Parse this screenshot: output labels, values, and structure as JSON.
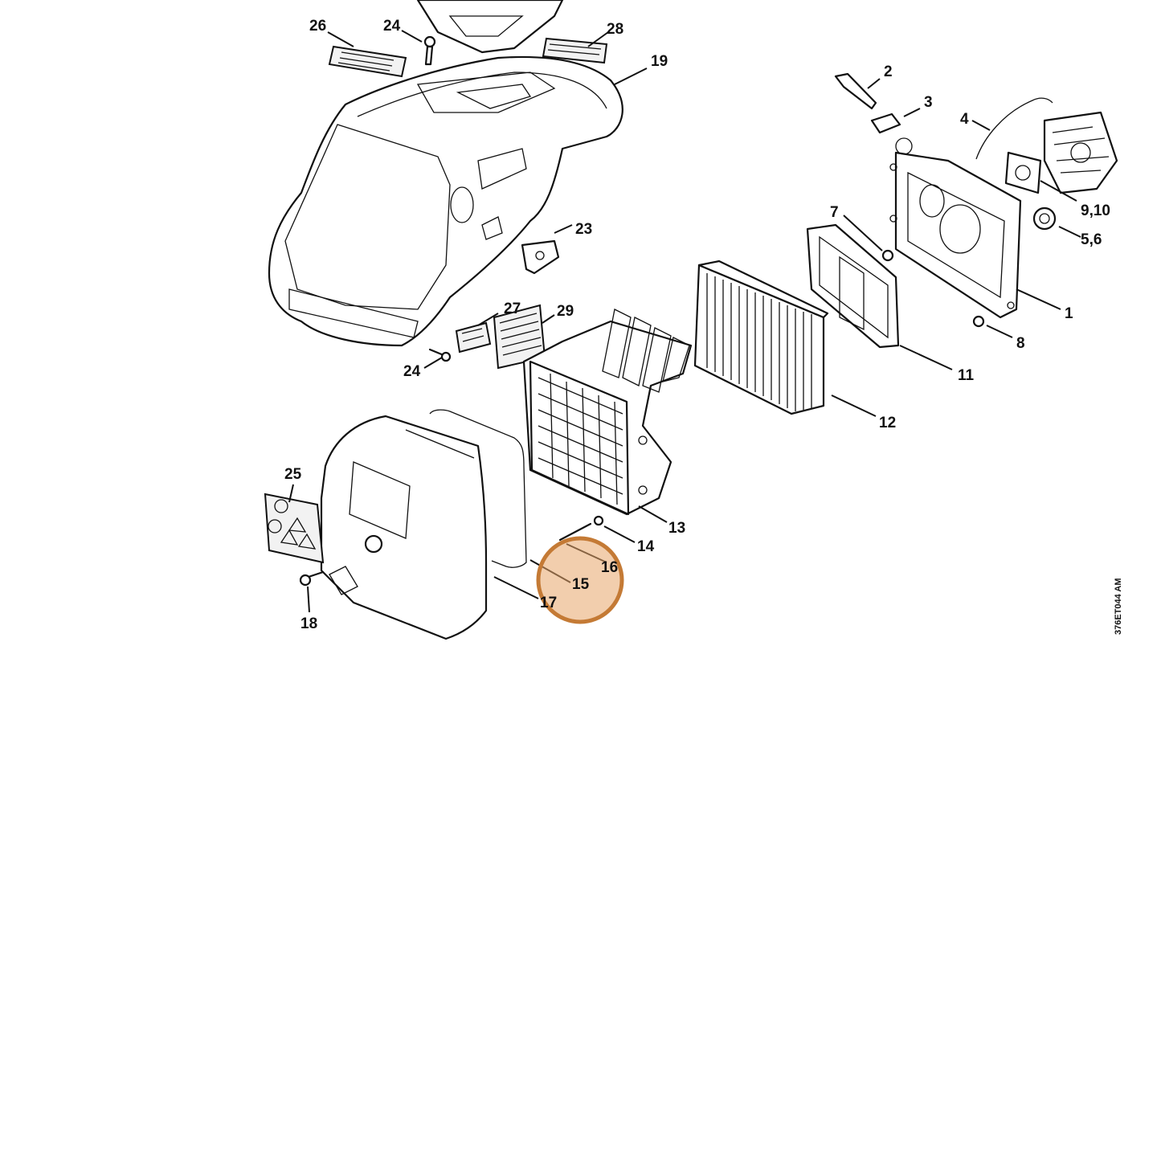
{
  "diagram": {
    "document_code": "376ET044 AM",
    "highlight_color": "#e8a66a",
    "highlight_stroke": "#c47a35",
    "callouts": {
      "c1": "1",
      "c2": "2",
      "c3": "3",
      "c4": "4",
      "c5_6": "5,6",
      "c7": "7",
      "c8": "8",
      "c9_10": "9,10",
      "c11": "11",
      "c12": "12",
      "c13": "13",
      "c14": "14",
      "c15": "15",
      "c16": "16",
      "c17": "17",
      "c18": "18",
      "c19": "19",
      "c23": "23",
      "c24_top": "24",
      "c24_mid": "24",
      "c25": "25",
      "c26": "26",
      "c27": "27",
      "c28": "28",
      "c29": "29"
    },
    "highlighted_part": "15"
  }
}
